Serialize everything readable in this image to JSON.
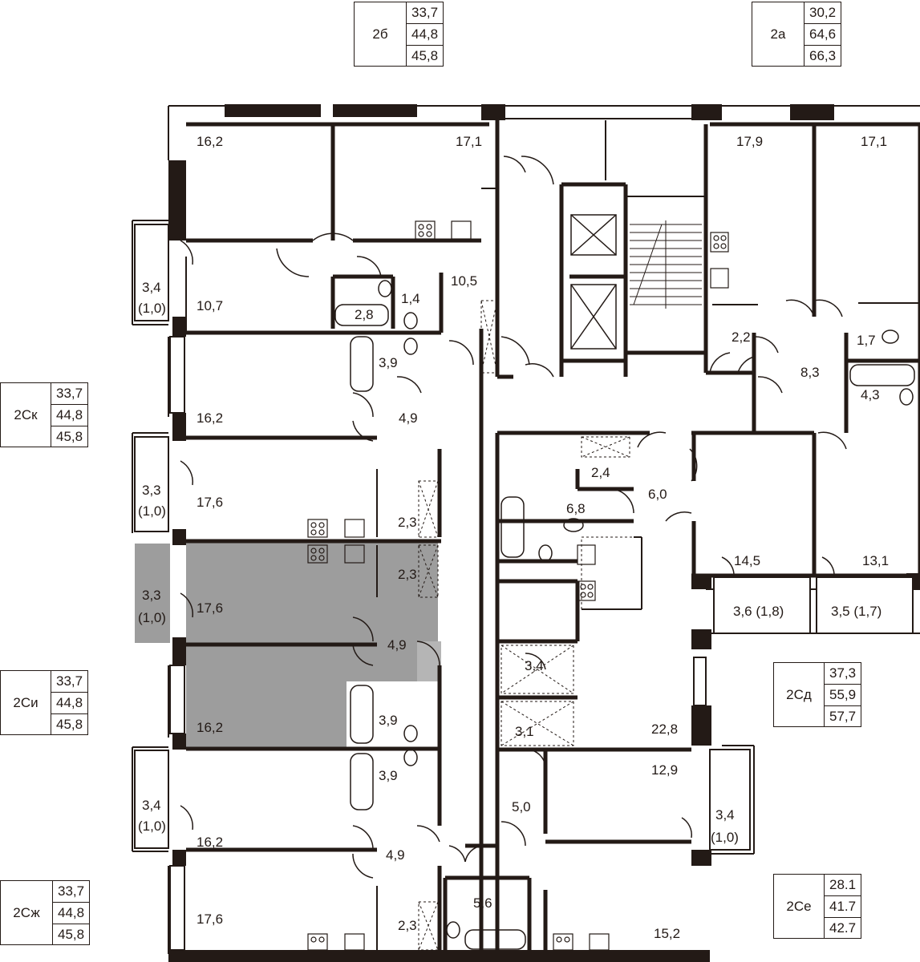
{
  "colors": {
    "wall": "#231a16",
    "highlight": "#9d9d9d",
    "window": "#ffffff"
  },
  "legends": {
    "a2b": {
      "code": "2б",
      "values": [
        "33,7",
        "44,8",
        "45,8"
      ]
    },
    "a2a": {
      "code": "2а",
      "values": [
        "30,2",
        "64,6",
        "66,3"
      ]
    },
    "a2sk": {
      "code": "2Ск",
      "values": [
        "33,7",
        "44,8",
        "45,8"
      ]
    },
    "a2si": {
      "code": "2Си",
      "values": [
        "33,7",
        "44,8",
        "45,8"
      ]
    },
    "a2sd": {
      "code": "2Сд",
      "values": [
        "37,3",
        "55,9",
        "57,7"
      ]
    },
    "a2zh": {
      "code": "2Сж",
      "values": [
        "33,7",
        "44,8",
        "45,8"
      ]
    },
    "a2se": {
      "code": "2Се",
      "values": [
        "28.1",
        "41.7",
        "42.7"
      ]
    }
  },
  "rooms": {
    "r1": "16,2",
    "r2": "17,1",
    "r3": "17,9",
    "r4": "17,1",
    "r5": "10,5",
    "r6": "10,7",
    "r7": "2,8",
    "r8": "1,4",
    "r9": "2,2",
    "r10": "1,7",
    "r11": "3,9",
    "r12": "8,3",
    "r13": "4,3",
    "r14": "16,2",
    "r15": "4,9",
    "r16": "2,4",
    "r17": "6,0",
    "r18": "17,6",
    "r19": "6,8",
    "r20": "2,3",
    "r21": "14,5",
    "r22": "13,1",
    "r23": "2,3",
    "r24": "17,6",
    "r25": "3,6 (1,8)",
    "r26": "3,5 (1,7)",
    "r27": "4,9",
    "r28": "3,4",
    "r29": "16,2",
    "r30": "3,9",
    "r31": "3,1",
    "r32": "22,8",
    "r33": "12,9",
    "r34": "3,9",
    "r35": "5,0",
    "r36": "16,2",
    "r37": "4,9",
    "r38": "17,6",
    "r39": "5,6",
    "r40": "2,3",
    "r41": "15,2"
  },
  "balconies": {
    "b1": {
      "area": "3,4",
      "sub": "(1,0)"
    },
    "b2": {
      "area": "3,3",
      "sub": "(1,0)"
    },
    "b3": {
      "area": "3,3",
      "sub": "(1,0)"
    },
    "b4": {
      "area": "3,4",
      "sub": "(1,0)"
    },
    "b5": {
      "area": "3,4",
      "sub": "(1,0)"
    }
  },
  "icons": [
    "elevator-icon",
    "stair-icon",
    "bathtub-icon",
    "toilet-icon",
    "stove-icon",
    "sink-icon"
  ]
}
